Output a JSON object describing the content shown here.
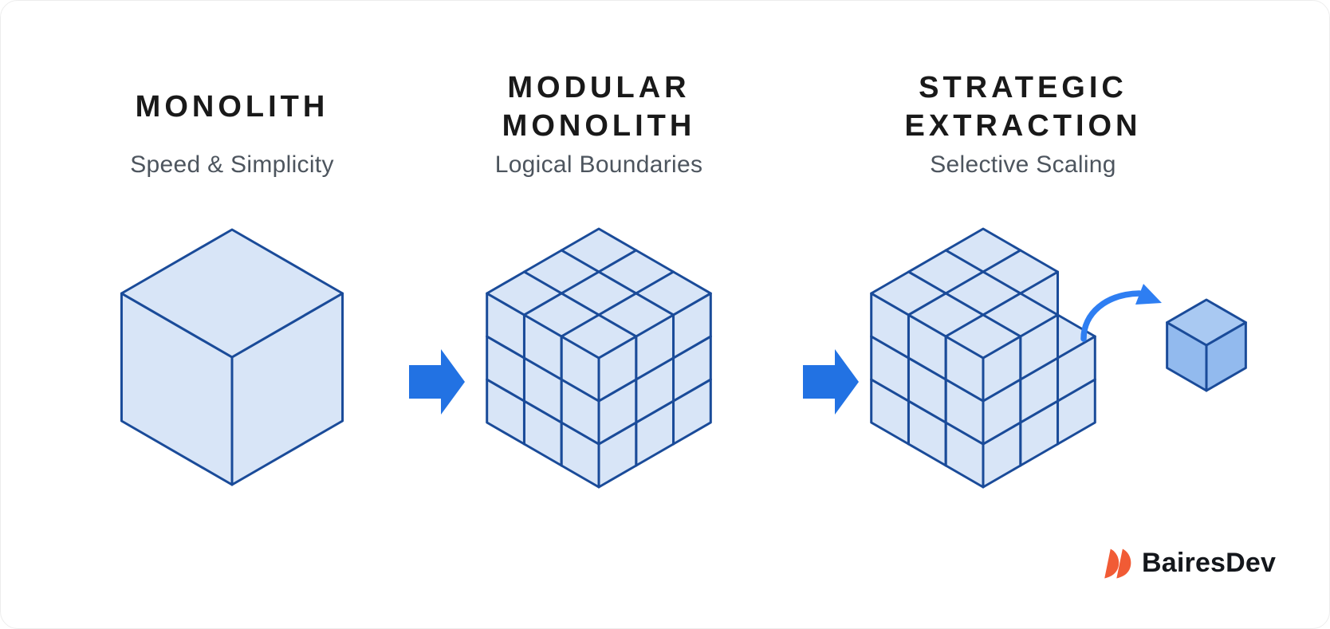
{
  "stages": [
    {
      "title": "MONOLITH",
      "subtitle": "Speed & Simplicity",
      "figure": "single-block-cube"
    },
    {
      "title": "MODULAR\nMONOLITH",
      "subtitle": "Logical Boundaries",
      "figure": "3x3x3-modular-cube"
    },
    {
      "title": "STRATEGIC\nEXTRACTION",
      "subtitle": "Selective Scaling",
      "figure": "3x3x3-cube-with-extracted-corner-block"
    }
  ],
  "flow_arrows": {
    "count": 2,
    "direction": "right"
  },
  "figures": {
    "monolith": {
      "grid": 1
    },
    "modular_monolith": {
      "grid": 3
    },
    "strategic_extraction": {
      "grid": 3,
      "removed_block": [
        2,
        0,
        2
      ]
    },
    "extracted_block": {
      "grid": 1
    }
  },
  "brand": {
    "name": "BairesDev"
  },
  "colors": {
    "background": "#ffffff",
    "cube_fill": "#d8e5f7",
    "cube_stroke": "#1a4b99",
    "extracted_cube_top": "#a9c9f2",
    "extracted_cube_side": "#92baee",
    "flow_arrow": "#2272e3",
    "extraction_arrow": "#2e7ef2",
    "title_text": "#191919",
    "subtitle_text": "#4d555e",
    "brand_orange": "#f15b35",
    "brand_text": "#14171c"
  }
}
